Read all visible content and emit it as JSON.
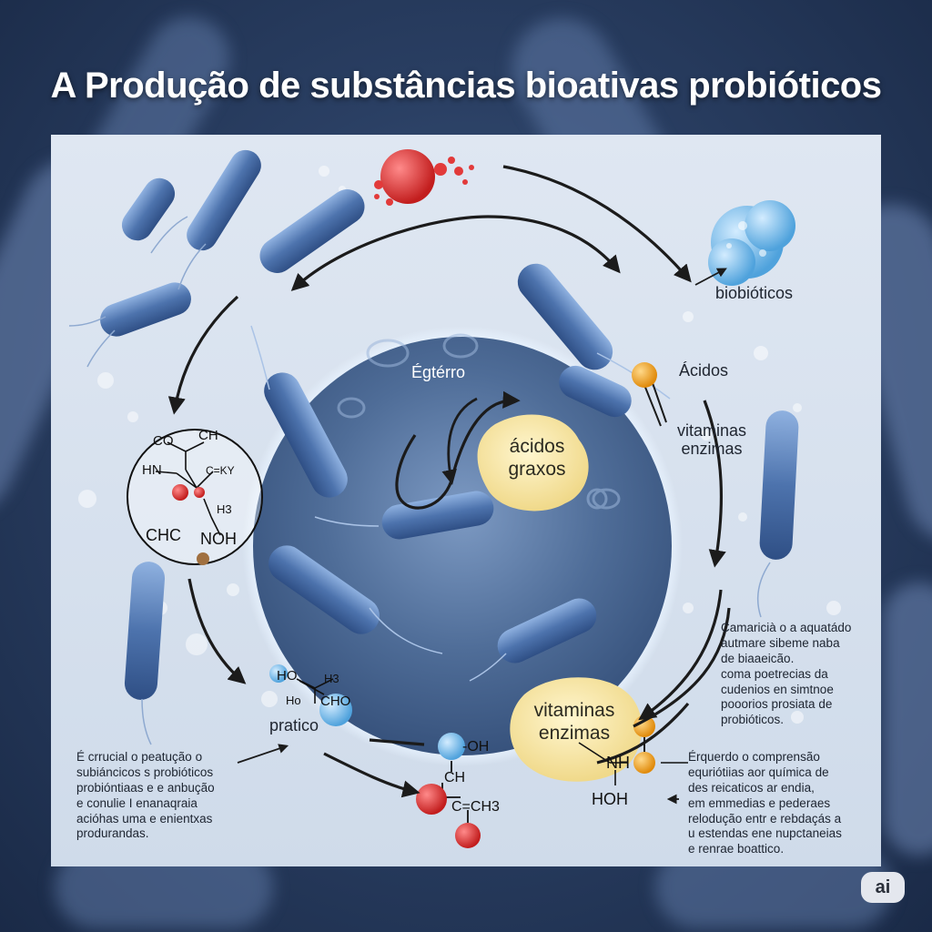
{
  "title": "A Produção de substâncias bioativas probióticos",
  "labels": {
    "biobioticos": "biobióticos",
    "acidos": "Ácidos",
    "vitaminas_enzimas_right": [
      "vitaminas",
      "enzimas"
    ],
    "egterro": "Égtérro",
    "acidos_graxos": [
      "ácidos",
      "graxos"
    ],
    "vitaminas_enzimas_bottom": [
      "vitaminas",
      "enzimas"
    ],
    "pratico": "pratico"
  },
  "chem_left": {
    "co": "CO",
    "ch": "CH",
    "hn": "HN",
    "cky": "C=KY",
    "h3": "H3",
    "chc": "CHC",
    "noh": "NOH"
  },
  "chem_bottom_left": {
    "ho1": "HO",
    "h3": "H3",
    "ho2": "Ho",
    "cho": "CHO"
  },
  "chem_bottom_center": {
    "oh": "-OH",
    "ch": "CH",
    "ch3": "C=CH3"
  },
  "chem_bottom_right": {
    "nh": "NH",
    "hoh": "HOH"
  },
  "paragraphs": {
    "right_top": [
      "Camaricià o a aquatádo",
      "autmare sibeme naba",
      "de biaaeicão.",
      "coma poetrecias da",
      "cudenios en simtnoe",
      "pooorios prosiata de",
      "probióticos."
    ],
    "bottom_left": [
      "É crrucial o peatução o",
      "subiáncicos s probióticos",
      "probióntiaas e e anbução",
      "e conulie I enanaqraia",
      "acióhas uma e enientxas",
      "produrandas."
    ],
    "bottom_right": [
      "Érquerdo o comprensão",
      "equriótiias aor química de",
      "des reicaticos ar endia,",
      "em emmedias e pederaes",
      "relodução entr e rebdaçás a",
      "u estendas ene nupctaneias",
      "e renrae boattico."
    ]
  },
  "badge": "ai",
  "colors": {
    "background": "#2a3f63",
    "panel": "#d8e1ee",
    "bacteria": "#4d73ad",
    "cell": "#4f6d98",
    "blob_yellow": "#f4e3a3",
    "blob_blue": "#7fc0ea",
    "red_cell": "#e23a3a",
    "atom_red": "#d92b2b",
    "atom_blue": "#6bb6e8",
    "atom_orange": "#f0a41c",
    "arrow": "#1b1b1b"
  }
}
